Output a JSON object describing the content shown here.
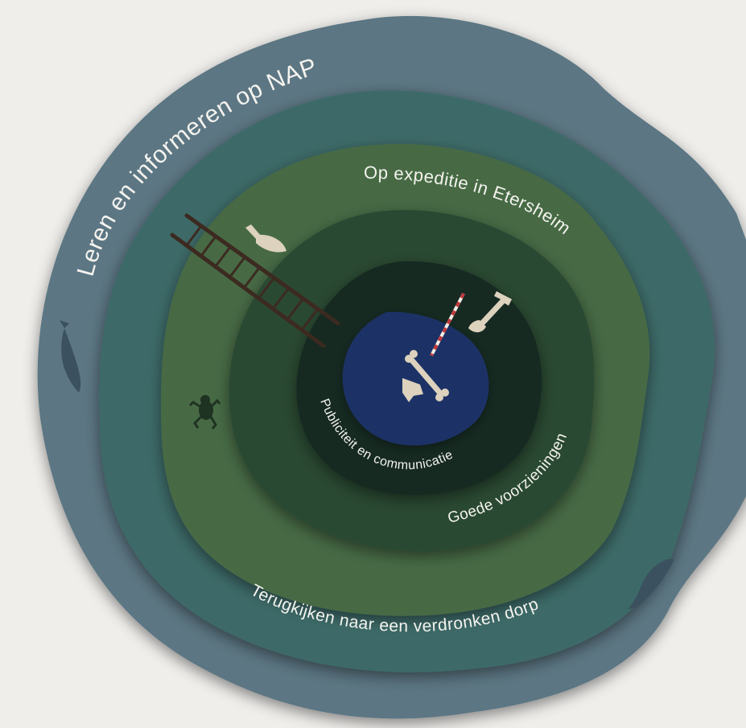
{
  "labels": {
    "outer": "Leren en informeren op NAP",
    "ring2": "Terugkijken naar een verdronken dorp",
    "ring3": "Op expeditie in Etersheim",
    "ring4": "Goede voorzieningen",
    "ring5": "Publiciteit en communicatie"
  },
  "icons": [
    "ladder-icon",
    "trowel-icon",
    "shovel-icon",
    "measuring-rod-icon",
    "bone-icon",
    "arrowhead-icon",
    "frog-icon",
    "fish-icon"
  ],
  "colors": {
    "background": "#efeeeb",
    "ring_outer": "#5c7683",
    "ring_2": "#3e6a67",
    "ring_3": "#476a45",
    "ring_4": "#2c4a33",
    "ring_5": "#182a24",
    "core_water": "#1f3266",
    "label_text": "#f4f3ee",
    "icon_cream": "#dcd2bd",
    "ladder": "#3c2a20",
    "rod_red": "#c0393d"
  }
}
